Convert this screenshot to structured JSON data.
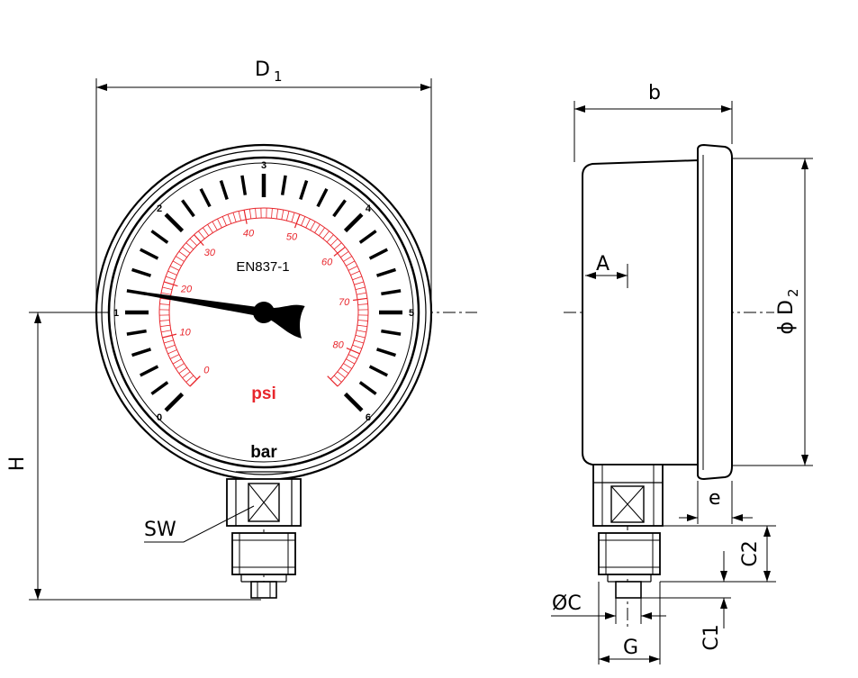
{
  "colors": {
    "psi_red": "#e8262c",
    "line": "#000000",
    "background": "#ffffff"
  },
  "gauge": {
    "standard": "EN837-1",
    "unit_primary": "bar",
    "unit_secondary": "psi",
    "bar_labels": [
      "0",
      "1",
      "2",
      "3",
      "4",
      "5",
      "6"
    ],
    "psi_labels": [
      "0",
      "10",
      "20",
      "30",
      "40",
      "50",
      "60",
      "70",
      "80"
    ],
    "bar_range": [
      0,
      6
    ],
    "psi_range": [
      0,
      87
    ],
    "pointer_value_bar": 1.2
  },
  "dimensions": {
    "d1": "D",
    "d1_sub": "1",
    "b": "b",
    "d2": "ϕ D",
    "d2_sub": "2",
    "a": "A",
    "h": "H",
    "sw": "SW",
    "e": "e",
    "c2": "C2",
    "oc": "ØC",
    "c1": "C1",
    "g": "G"
  }
}
